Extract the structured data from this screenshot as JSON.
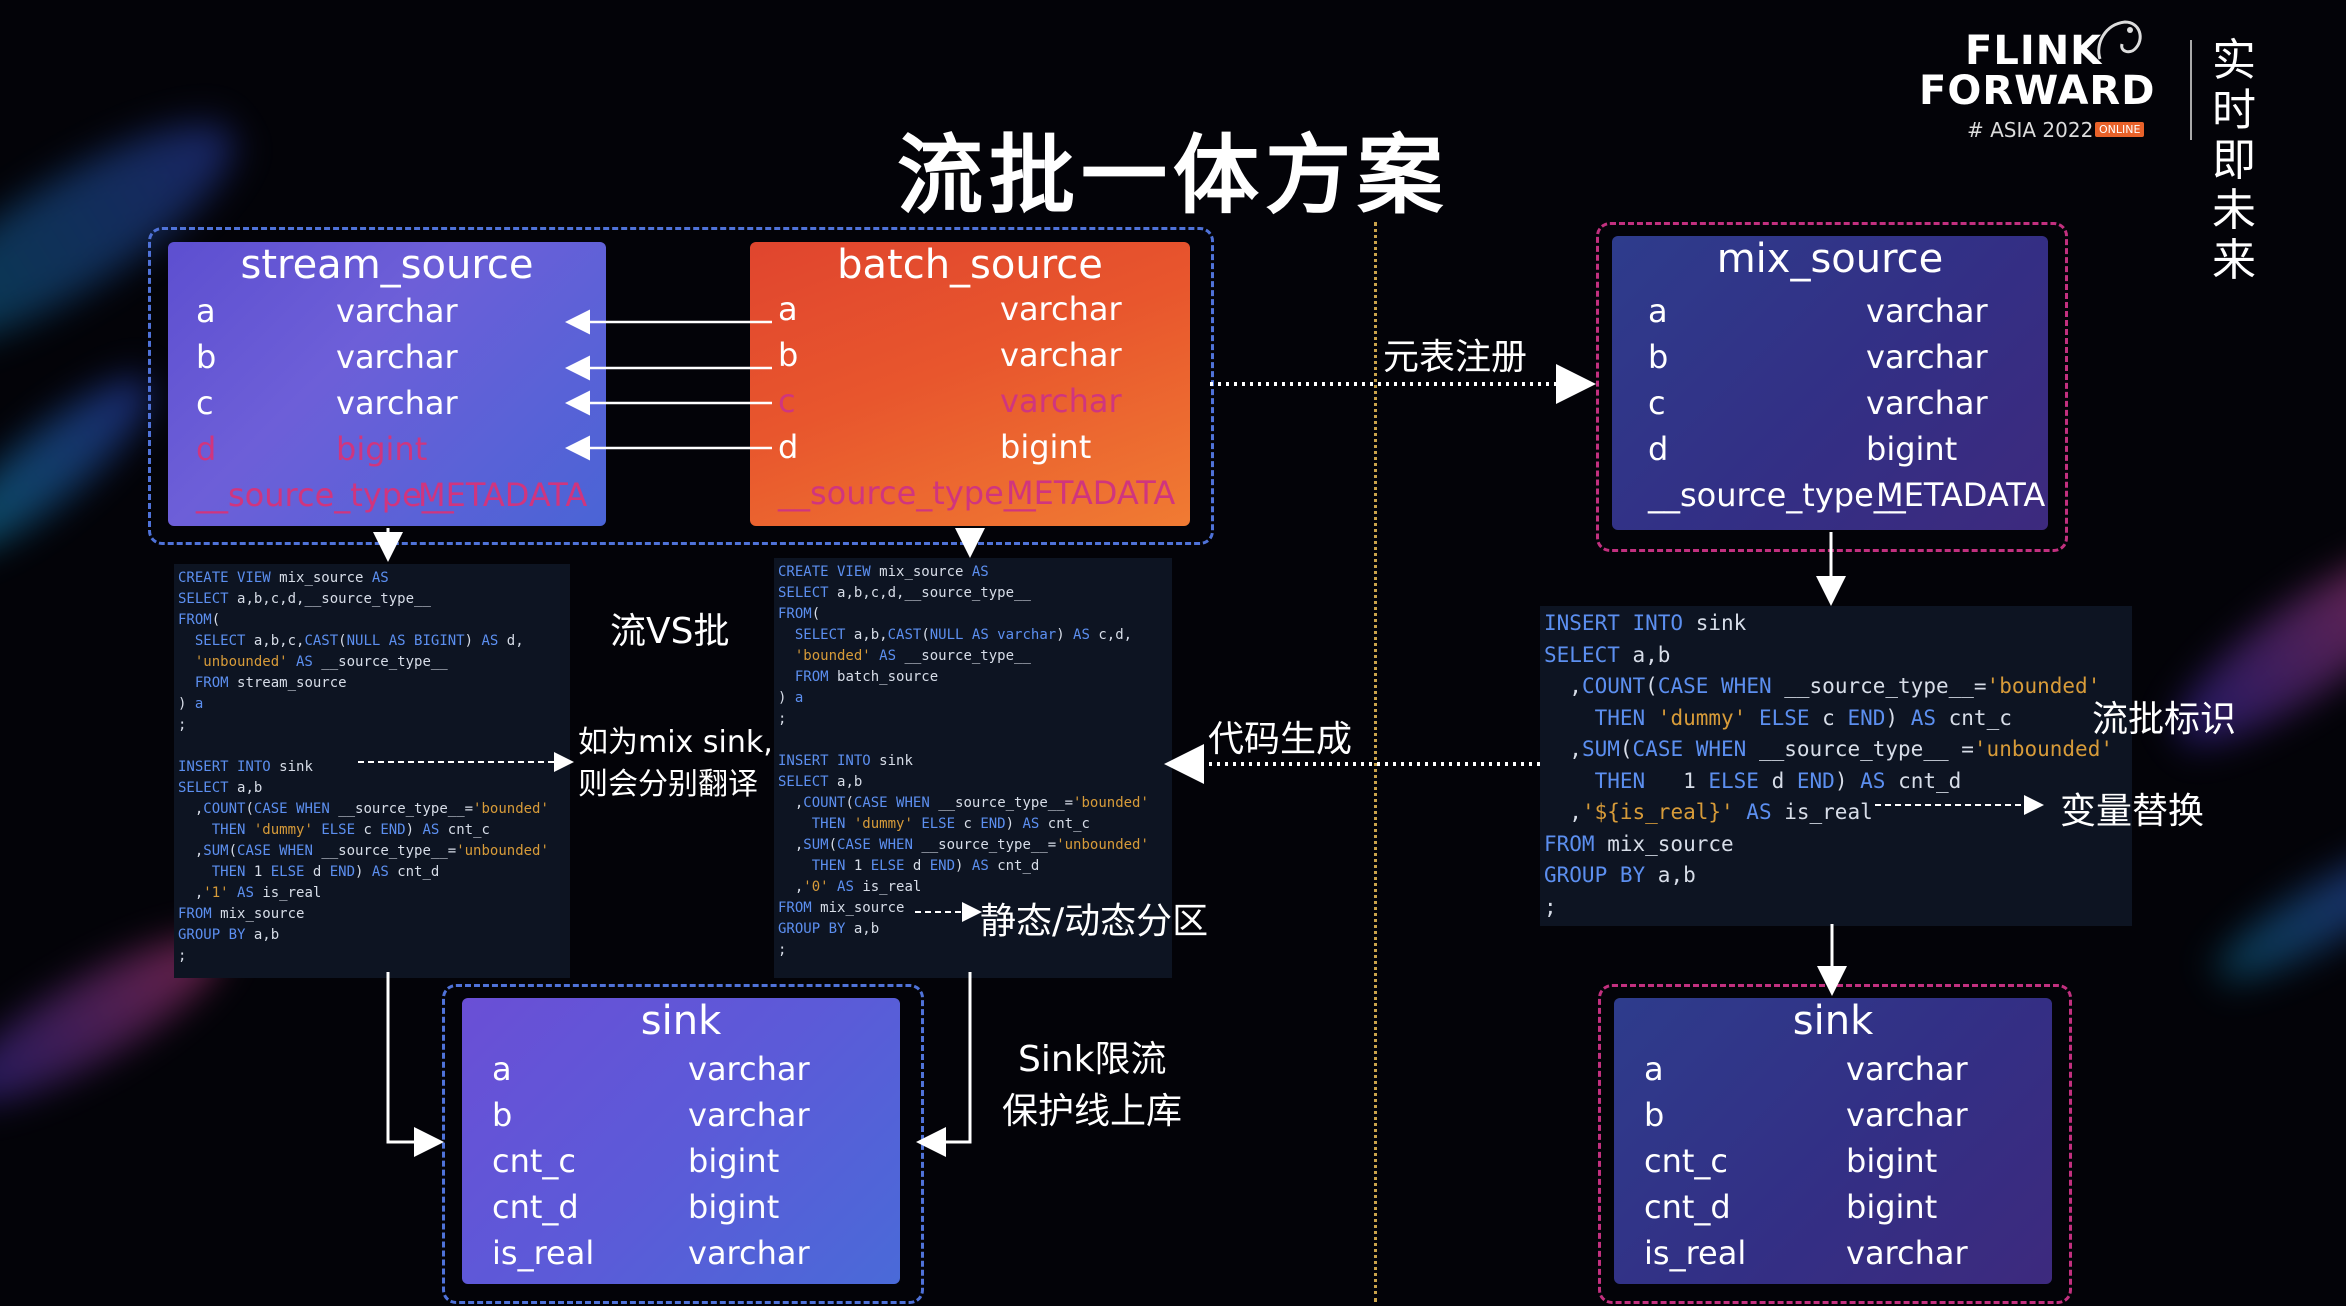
{
  "title": "流批一体方案",
  "logo": {
    "line1": "FLINK",
    "line2": "FORWARD",
    "line3": "# ASIA 2022",
    "badge": "ONLINE",
    "slogan1": "实时即",
    "slogan2": "未来"
  },
  "stream_source": {
    "title": "stream_source",
    "rows": [
      {
        "name": "a",
        "type": "varchar",
        "highlight": false
      },
      {
        "name": "b",
        "type": "varchar",
        "highlight": false
      },
      {
        "name": "c",
        "type": "varchar",
        "highlight": false
      },
      {
        "name": "d",
        "type": "bigint",
        "highlight": true
      },
      {
        "name": "__source_type__",
        "type": "METADATA",
        "highlight": true
      }
    ]
  },
  "batch_source": {
    "title": "batch_source",
    "rows": [
      {
        "name": "a",
        "type": "varchar",
        "highlight": false
      },
      {
        "name": "b",
        "type": "varchar",
        "highlight": false
      },
      {
        "name": "c",
        "type": "varchar",
        "highlight": true
      },
      {
        "name": "d",
        "type": "bigint",
        "highlight": false
      },
      {
        "name": "__source_type__",
        "type": "METADATA",
        "highlight": true
      }
    ]
  },
  "mix_source": {
    "title": "mix_source",
    "rows": [
      {
        "name": "a",
        "type": "varchar"
      },
      {
        "name": "b",
        "type": "varchar"
      },
      {
        "name": "c",
        "type": "varchar"
      },
      {
        "name": "d",
        "type": "bigint"
      },
      {
        "name": "__source_type__",
        "type": "METADATA"
      }
    ]
  },
  "sink_left": {
    "title": "sink",
    "rows": [
      {
        "name": "a",
        "type": "varchar"
      },
      {
        "name": "b",
        "type": "varchar"
      },
      {
        "name": "cnt_c",
        "type": "bigint"
      },
      {
        "name": "cnt_d",
        "type": "bigint"
      },
      {
        "name": "is_real",
        "type": "varchar"
      }
    ]
  },
  "sink_right": {
    "title": "sink",
    "rows": [
      {
        "name": "a",
        "type": "varchar"
      },
      {
        "name": "b",
        "type": "varchar"
      },
      {
        "name": "cnt_c",
        "type": "bigint"
      },
      {
        "name": "cnt_d",
        "type": "bigint"
      },
      {
        "name": "is_real",
        "type": "varchar"
      }
    ]
  },
  "labels": {
    "meta_register": "元表注册",
    "stream_vs_batch": "流VS批",
    "mix_sink_note_1": "如为mix sink,",
    "mix_sink_note_2": "则会分别翻译",
    "code_gen": "代码生成",
    "static_dynamic_partition": "静态/动态分区",
    "sink_limit_1": "Sink限流",
    "sink_limit_2": "保护线上库",
    "stream_batch_flag": "流批标识",
    "var_replace": "变量替换"
  },
  "code_stream": [
    [
      [
        "kw",
        "CREATE VIEW "
      ],
      [
        "t",
        "mix_source "
      ],
      [
        "kw",
        "AS"
      ]
    ],
    [
      [
        "kw",
        "SELECT "
      ],
      [
        "t",
        "a,b,c,d,__source_type__"
      ]
    ],
    [
      [
        "kw",
        "FROM"
      ],
      [
        "t",
        "("
      ]
    ],
    [
      [
        "t",
        "  "
      ],
      [
        "kw",
        "SELECT "
      ],
      [
        "t",
        "a,b,c,"
      ],
      [
        "kw",
        "CAST"
      ],
      [
        "t",
        "("
      ],
      [
        "kw",
        "NULL AS BIGINT"
      ],
      [
        "t",
        ") "
      ],
      [
        "kw",
        "AS "
      ],
      [
        "t",
        "d,"
      ]
    ],
    [
      [
        "t",
        "  "
      ],
      [
        "str",
        "'unbounded'"
      ],
      [
        "kw",
        " AS "
      ],
      [
        "t",
        "__source_type__"
      ]
    ],
    [
      [
        "t",
        "  "
      ],
      [
        "kw",
        "FROM "
      ],
      [
        "t",
        "stream_source"
      ]
    ],
    [
      [
        "t",
        ") "
      ],
      [
        "kw",
        "a"
      ]
    ],
    [
      [
        "t",
        ";"
      ]
    ],
    [
      [
        "t",
        ""
      ]
    ],
    [
      [
        "kw",
        "INSERT INTO "
      ],
      [
        "t",
        "sink"
      ]
    ],
    [
      [
        "kw",
        "SELECT "
      ],
      [
        "t",
        "a,b"
      ]
    ],
    [
      [
        "t",
        "  ,"
      ],
      [
        "kw",
        "COUNT"
      ],
      [
        "t",
        "("
      ],
      [
        "kw",
        "CASE WHEN "
      ],
      [
        "t",
        "__source_type__="
      ],
      [
        "str",
        "'bounded'"
      ]
    ],
    [
      [
        "t",
        "    "
      ],
      [
        "kw",
        "THEN "
      ],
      [
        "str",
        "'dummy'"
      ],
      [
        "kw",
        " ELSE "
      ],
      [
        "t",
        "c "
      ],
      [
        "kw",
        "END"
      ],
      [
        "t",
        ") "
      ],
      [
        "kw",
        "AS "
      ],
      [
        "t",
        "cnt_c"
      ]
    ],
    [
      [
        "t",
        "  ,"
      ],
      [
        "kw",
        "SUM"
      ],
      [
        "t",
        "("
      ],
      [
        "kw",
        "CASE WHEN "
      ],
      [
        "t",
        "__source_type__="
      ],
      [
        "str",
        "'unbounded'"
      ]
    ],
    [
      [
        "t",
        "    "
      ],
      [
        "kw",
        "THEN "
      ],
      [
        "t",
        "1 "
      ],
      [
        "kw",
        "ELSE "
      ],
      [
        "t",
        "d "
      ],
      [
        "kw",
        "END"
      ],
      [
        "t",
        ") "
      ],
      [
        "kw",
        "AS "
      ],
      [
        "t",
        "cnt_d"
      ]
    ],
    [
      [
        "t",
        "  ,"
      ],
      [
        "str",
        "'1'"
      ],
      [
        "kw",
        " AS "
      ],
      [
        "t",
        "is_real"
      ]
    ],
    [
      [
        "kw",
        "FROM "
      ],
      [
        "t",
        "mix_source"
      ]
    ],
    [
      [
        "kw",
        "GROUP BY "
      ],
      [
        "t",
        "a,b"
      ]
    ],
    [
      [
        "t",
        ";"
      ]
    ]
  ],
  "code_batch": [
    [
      [
        "kw",
        "CREATE VIEW "
      ],
      [
        "t",
        "mix_source "
      ],
      [
        "kw",
        "AS"
      ]
    ],
    [
      [
        "kw",
        "SELECT "
      ],
      [
        "t",
        "a,b,c,d,__source_type__"
      ]
    ],
    [
      [
        "kw",
        "FROM"
      ],
      [
        "t",
        "("
      ]
    ],
    [
      [
        "t",
        "  "
      ],
      [
        "kw",
        "SELECT "
      ],
      [
        "t",
        "a,b,"
      ],
      [
        "kw",
        "CAST"
      ],
      [
        "t",
        "("
      ],
      [
        "kw",
        "NULL AS varchar"
      ],
      [
        "t",
        ") "
      ],
      [
        "kw",
        "AS "
      ],
      [
        "t",
        "c,d,"
      ]
    ],
    [
      [
        "t",
        "  "
      ],
      [
        "str",
        "'bounded'"
      ],
      [
        "kw",
        " AS "
      ],
      [
        "t",
        "__source_type__"
      ]
    ],
    [
      [
        "t",
        "  "
      ],
      [
        "kw",
        "FROM "
      ],
      [
        "t",
        "batch_source"
      ]
    ],
    [
      [
        "t",
        ") "
      ],
      [
        "kw",
        "a"
      ]
    ],
    [
      [
        "t",
        ";"
      ]
    ],
    [
      [
        "t",
        ""
      ]
    ],
    [
      [
        "kw",
        "INSERT INTO "
      ],
      [
        "t",
        "sink"
      ]
    ],
    [
      [
        "kw",
        "SELECT "
      ],
      [
        "t",
        "a,b"
      ]
    ],
    [
      [
        "t",
        "  ,"
      ],
      [
        "kw",
        "COUNT"
      ],
      [
        "t",
        "("
      ],
      [
        "kw",
        "CASE WHEN "
      ],
      [
        "t",
        "__source_type__="
      ],
      [
        "str",
        "'bounded'"
      ]
    ],
    [
      [
        "t",
        "    "
      ],
      [
        "kw",
        "THEN "
      ],
      [
        "str",
        "'dummy'"
      ],
      [
        "kw",
        " ELSE "
      ],
      [
        "t",
        "c "
      ],
      [
        "kw",
        "END"
      ],
      [
        "t",
        ") "
      ],
      [
        "kw",
        "AS "
      ],
      [
        "t",
        "cnt_c"
      ]
    ],
    [
      [
        "t",
        "  ,"
      ],
      [
        "kw",
        "SUM"
      ],
      [
        "t",
        "("
      ],
      [
        "kw",
        "CASE WHEN "
      ],
      [
        "t",
        "__source_type__="
      ],
      [
        "str",
        "'unbounded'"
      ]
    ],
    [
      [
        "t",
        "    "
      ],
      [
        "kw",
        "THEN "
      ],
      [
        "t",
        "1 "
      ],
      [
        "kw",
        "ELSE "
      ],
      [
        "t",
        "d "
      ],
      [
        "kw",
        "END"
      ],
      [
        "t",
        ") "
      ],
      [
        "kw",
        "AS "
      ],
      [
        "t",
        "cnt_d"
      ]
    ],
    [
      [
        "t",
        "  ,"
      ],
      [
        "str",
        "'0'"
      ],
      [
        "kw",
        " AS "
      ],
      [
        "t",
        "is_real"
      ]
    ],
    [
      [
        "kw",
        "FROM "
      ],
      [
        "t",
        "mix_source"
      ]
    ],
    [
      [
        "kw",
        "GROUP BY "
      ],
      [
        "t",
        "a,b"
      ]
    ],
    [
      [
        "t",
        ";"
      ]
    ]
  ],
  "code_mix": [
    [
      [
        "kw",
        "INSERT INTO "
      ],
      [
        "t",
        "sink"
      ]
    ],
    [
      [
        "kw",
        "SELECT "
      ],
      [
        "t",
        "a,b"
      ]
    ],
    [
      [
        "t",
        "  ,"
      ],
      [
        "kw",
        "COUNT"
      ],
      [
        "t",
        "("
      ],
      [
        "kw",
        "CASE WHEN "
      ],
      [
        "t",
        "__source_type__="
      ],
      [
        "str",
        "'bounded'"
      ]
    ],
    [
      [
        "t",
        "    "
      ],
      [
        "kw",
        "THEN "
      ],
      [
        "str",
        "'dummy'"
      ],
      [
        "kw",
        " ELSE "
      ],
      [
        "t",
        "c "
      ],
      [
        "kw",
        "END"
      ],
      [
        "t",
        ") "
      ],
      [
        "kw",
        "AS "
      ],
      [
        "t",
        "cnt_c"
      ]
    ],
    [
      [
        "t",
        "  ,"
      ],
      [
        "kw",
        "SUM"
      ],
      [
        "t",
        "("
      ],
      [
        "kw",
        "CASE WHEN "
      ],
      [
        "t",
        "__source_type__ ="
      ],
      [
        "str",
        "'unbounded'"
      ]
    ],
    [
      [
        "t",
        "    "
      ],
      [
        "kw",
        "THEN "
      ],
      [
        "t",
        "  1 "
      ],
      [
        "kw",
        "ELSE "
      ],
      [
        "t",
        "d "
      ],
      [
        "kw",
        "END"
      ],
      [
        "t",
        ") "
      ],
      [
        "kw",
        "AS "
      ],
      [
        "t",
        "cnt_d"
      ]
    ],
    [
      [
        "t",
        "  ,"
      ],
      [
        "str",
        "'${is_real}'"
      ],
      [
        "kw",
        " AS "
      ],
      [
        "t",
        "is_real"
      ]
    ],
    [
      [
        "kw",
        "FROM "
      ],
      [
        "t",
        "mix_source"
      ]
    ],
    [
      [
        "kw",
        "GROUP BY "
      ],
      [
        "t",
        "a,b"
      ]
    ],
    [
      [
        "t",
        ";"
      ]
    ]
  ],
  "colors": {
    "highlight_text": "#d0357e",
    "keyword": "#5c8ff0",
    "string": "#d79b39",
    "frame_blue": "#4f72d8",
    "frame_pink": "#c2307f"
  }
}
